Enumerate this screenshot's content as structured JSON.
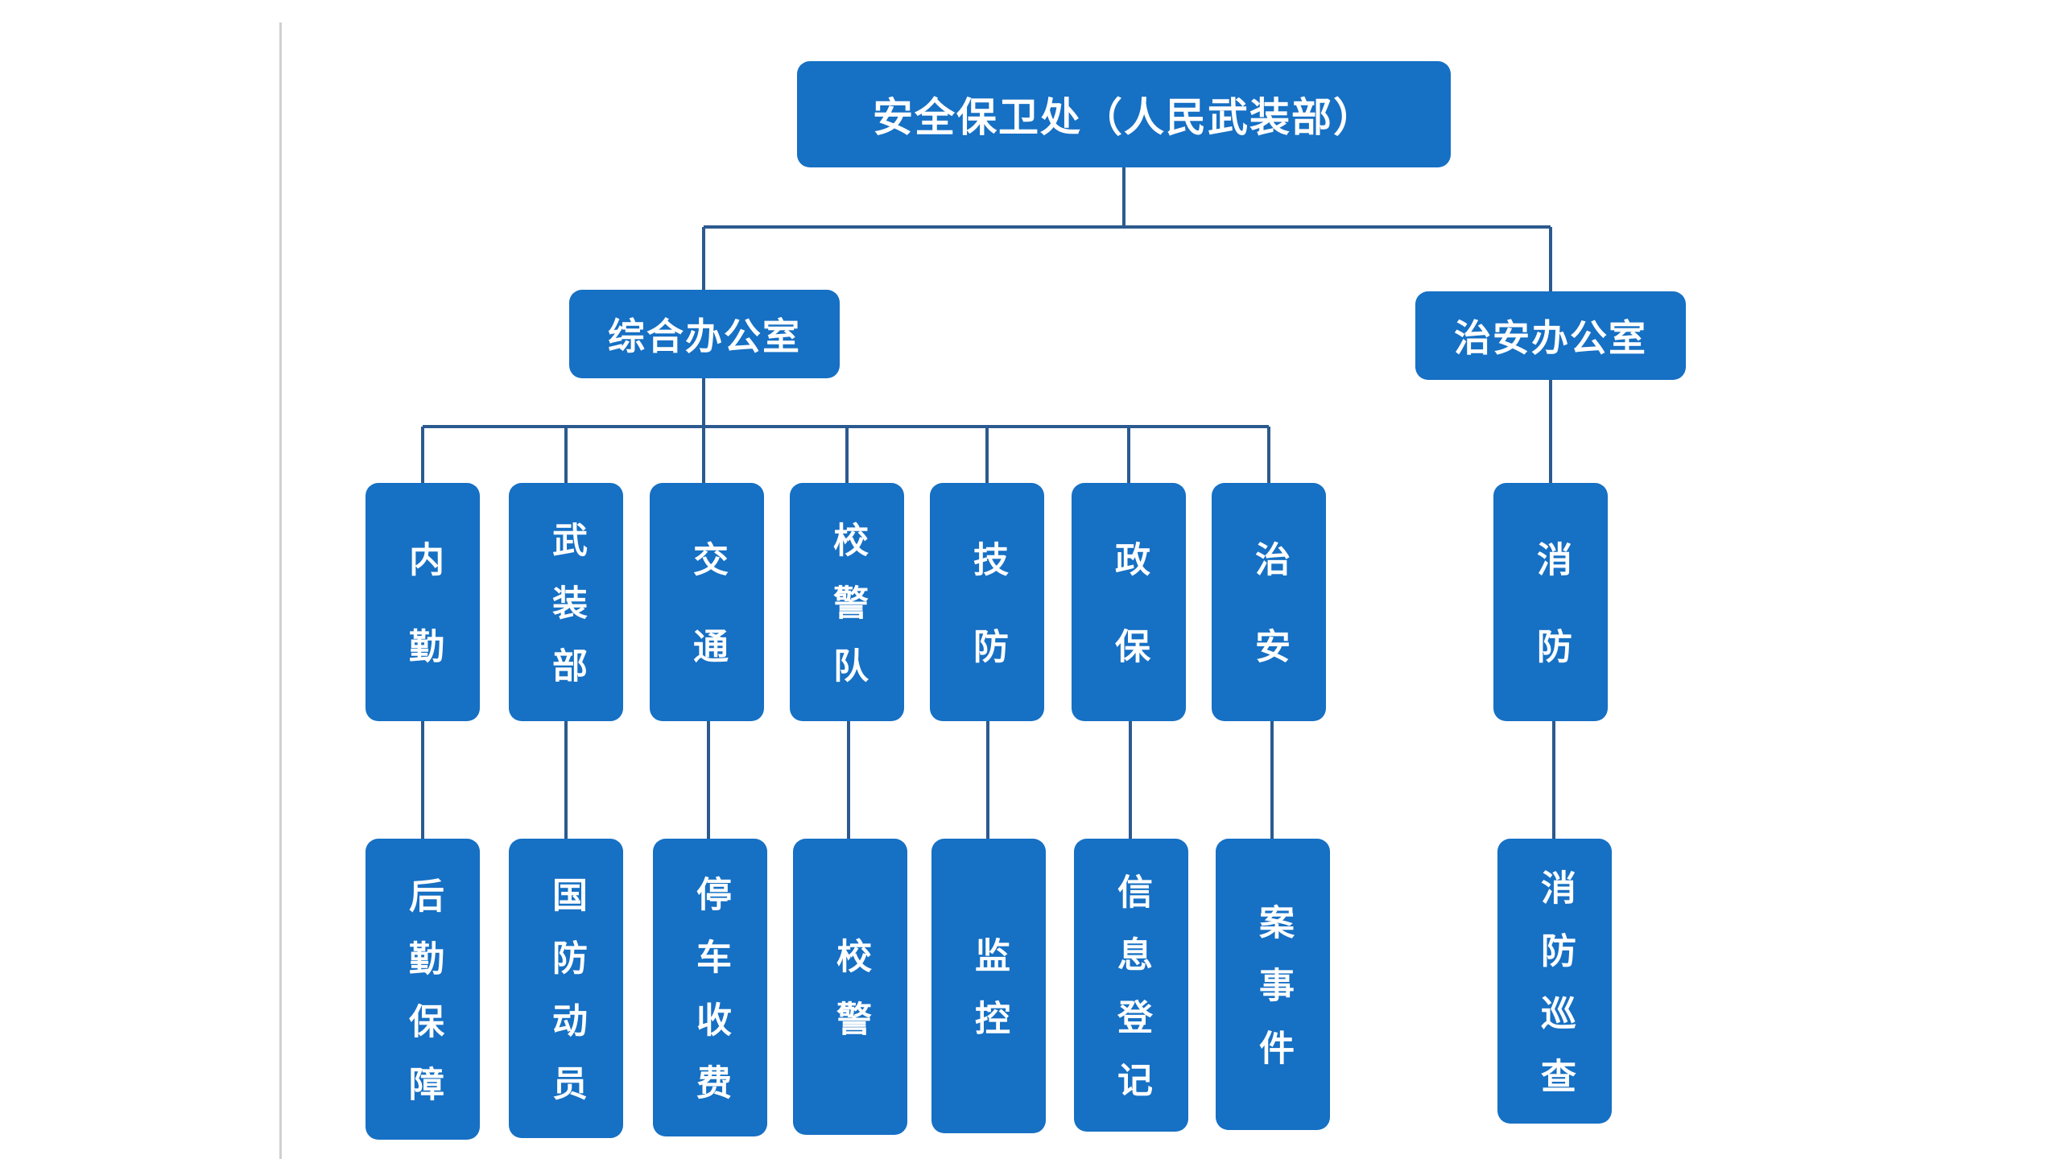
{
  "root": "安全保卫处（人民武装部）",
  "offices": [
    {
      "label": "综合办公室"
    },
    {
      "label": "治安办公室"
    }
  ],
  "sections": [
    {
      "label": "内勤",
      "sub": "后勤保障"
    },
    {
      "label": "武装部",
      "sub": "国防动员"
    },
    {
      "label": "交通",
      "sub": "停车收费"
    },
    {
      "label": "校警队",
      "sub": "校警"
    },
    {
      "label": "技防",
      "sub": "监控"
    },
    {
      "label": "政保",
      "sub": "信息登记"
    },
    {
      "label": "治安",
      "sub": "案事件"
    },
    {
      "label": "消防",
      "sub": "消防巡查"
    }
  ],
  "colors": {
    "node": "#1670c4",
    "line": "#2b5a8f",
    "text": "#ffffff"
  }
}
